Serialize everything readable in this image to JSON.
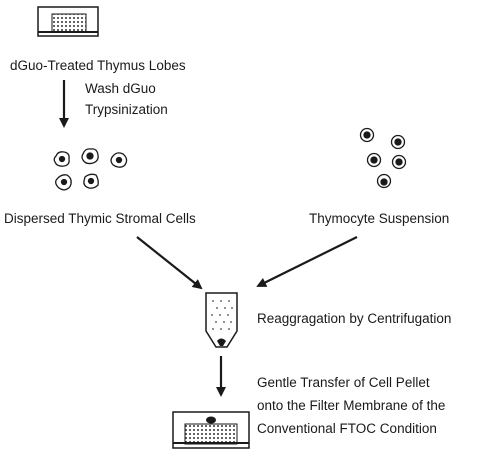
{
  "steps": {
    "step1_label": "dGuo-Treated Thymus Lobes",
    "wash_label": "Wash dGuo",
    "trypsin_label": "Trypsinization",
    "stromal_label": "Dispersed Thymic Stromal Cells",
    "thymocyte_label": "Thymocyte Suspension",
    "reaggregation_label": "Reaggragation by Centrifugation",
    "transfer_line1": "Gentle Transfer of Cell Pellet",
    "transfer_line2": "onto the Filter Membrane of the",
    "transfer_line3": "Conventional FTOC Condition"
  },
  "icons": {
    "top_dish": "culture-dish-icon",
    "stromal_cells": "stromal-cells-icon",
    "thymocytes": "thymocyte-cells-icon",
    "tube": "centrifuge-tube-icon",
    "bottom_dish": "culture-dish-with-pellet-icon"
  },
  "colors": {
    "ink": "#1a1a1a",
    "background": "#ffffff"
  }
}
